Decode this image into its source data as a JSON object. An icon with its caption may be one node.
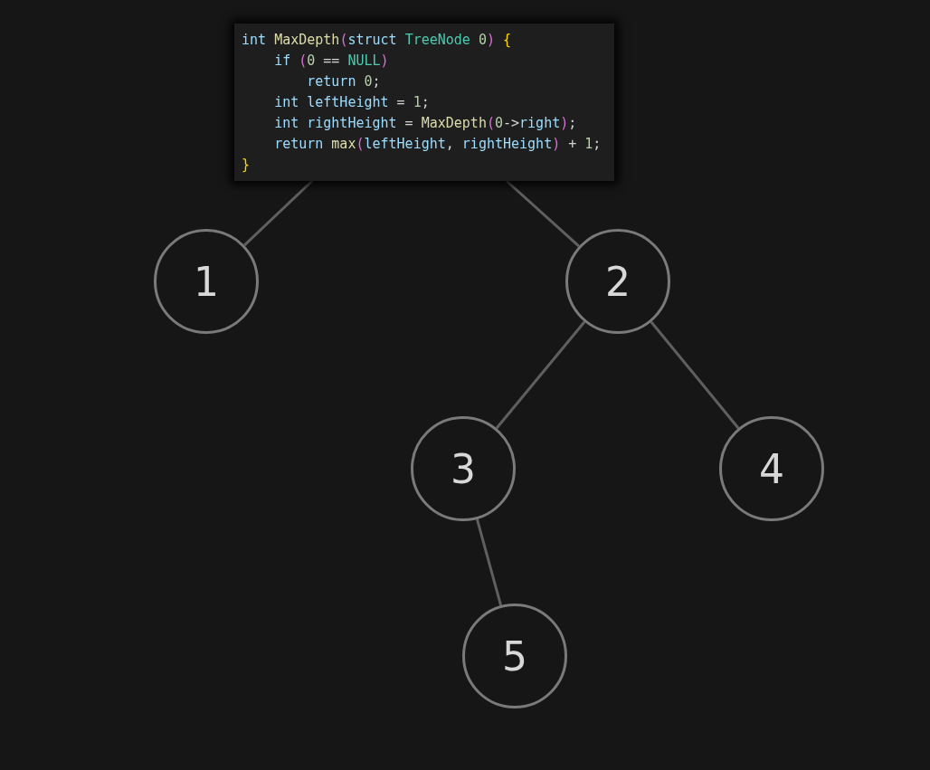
{
  "diagram": {
    "nodes": [
      {
        "text": [
          "int MaxDepth(struct TreeNode 0) {",
          "    if (0 == NULL)",
          "        return 0;",
          "    int leftHeight = 1;",
          "    int rightHeight = MaxDepth(0->right);",
          "    return max(leftHeight, rightHeight) + 1;",
          "}"
        ]
      },
      {
        "text": [
          "1"
        ]
      },
      {
        "text": [
          "2"
        ]
      },
      {
        "text": [
          "3"
        ]
      },
      {
        "text": [
          "4"
        ]
      },
      {
        "text": [
          "5"
        ]
      }
    ],
    "edges": [
      {
        "from": 0,
        "to": 1,
        "arrow": "none"
      },
      {
        "from": 0,
        "to": 2,
        "arrow": "none"
      },
      {
        "from": 2,
        "to": 3,
        "arrow": "none"
      },
      {
        "from": 2,
        "to": 4,
        "arrow": "none"
      },
      {
        "from": 3,
        "to": 5,
        "arrow": "none"
      }
    ]
  }
}
